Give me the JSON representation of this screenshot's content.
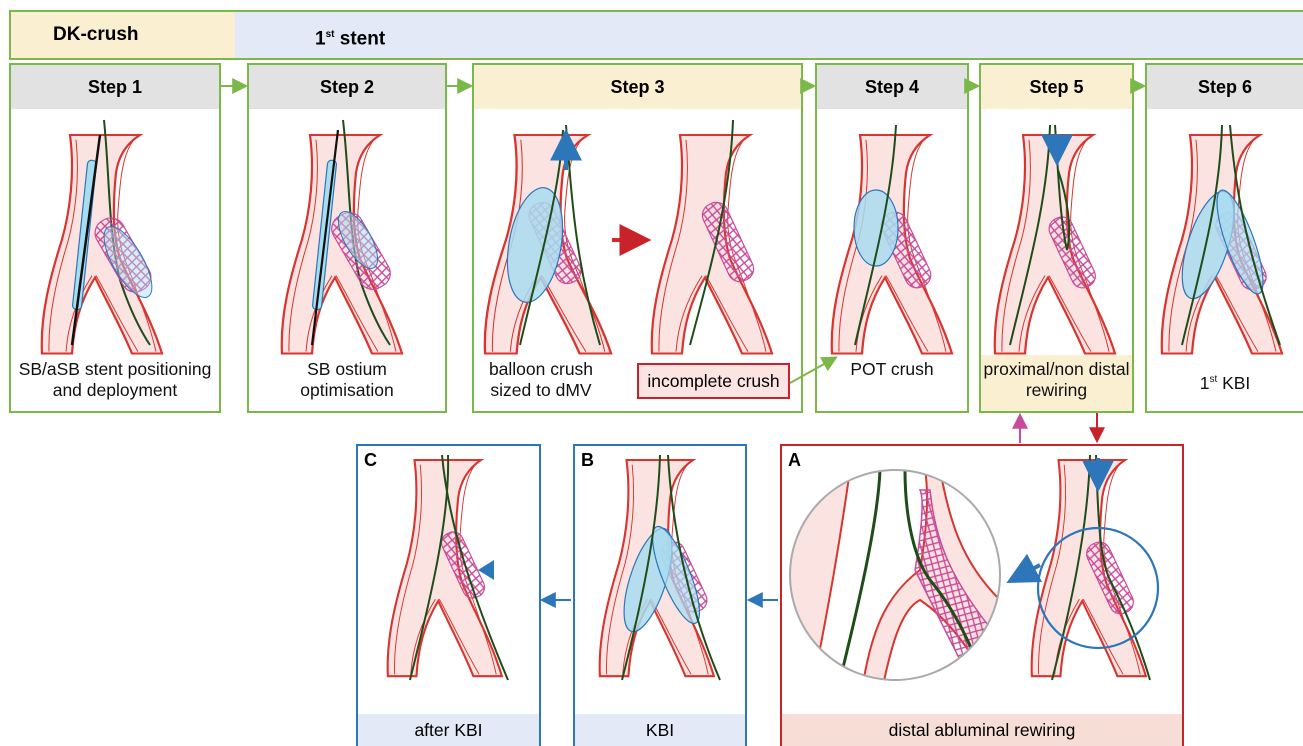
{
  "banner": {
    "dk_label": "DK-crush",
    "stent_prefix": "1",
    "stent_sup": "st",
    "stent_suffix": " stent"
  },
  "steps": [
    {
      "title": "Step 1",
      "caption_lines": [
        "SB/aSB stent positioning",
        "and deployment"
      ]
    },
    {
      "title": "Step 2",
      "caption_lines": [
        "SB ostium",
        "optimisation"
      ]
    },
    {
      "title": "Step 3",
      "caption_lines": [
        "balloon crush",
        "sized to dMV"
      ],
      "boxed_caption": "incomplete crush"
    },
    {
      "title": "Step 4",
      "caption_lines": [
        "POT crush"
      ]
    },
    {
      "title": "Step 5",
      "caption_lines": [
        "proximal/non distal",
        "rewiring"
      ]
    },
    {
      "title": "Step 6",
      "caption_prefix": "1",
      "caption_sup": "st",
      "caption_suffix": " KBI"
    }
  ],
  "bottom_panels": [
    {
      "letter": "C",
      "caption": "after KBI"
    },
    {
      "letter": "B",
      "caption": "KBI"
    },
    {
      "letter": "A",
      "caption": "distal abluminal rewiring"
    }
  ],
  "colors": {
    "green": "#7bb84a",
    "red": "#c8232b",
    "blue": "#2d76b9",
    "pink": "#c94a9a",
    "balloon": "#a8dcef",
    "vessel_fill": "#fbe3e1",
    "vessel_edge": "#d9342f"
  }
}
